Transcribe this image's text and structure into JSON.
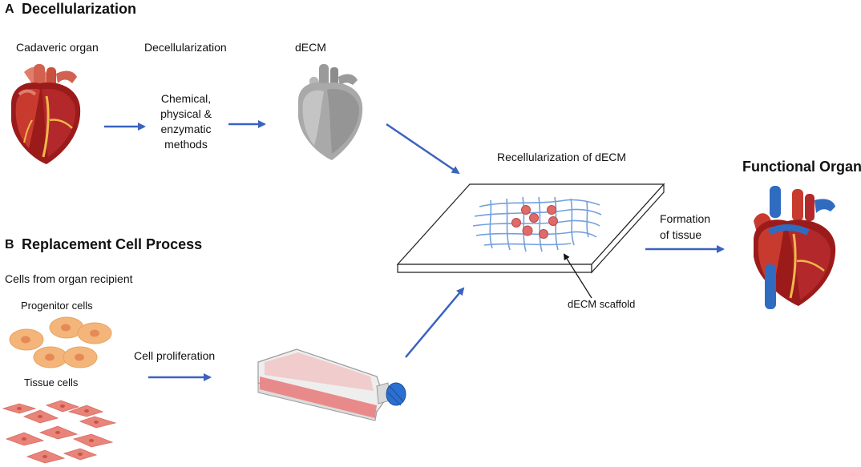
{
  "section_a": {
    "letter": "A",
    "title": "Decellularization",
    "labels": {
      "cadaveric_organ": "Cadaveric organ",
      "decellularization": "Decellularization",
      "methods": [
        "Chemical,",
        "physical &",
        "enzymatic",
        "methods"
      ],
      "decm": "dECM"
    }
  },
  "center": {
    "recellularization": "Recellularization of dECM",
    "scaffold": "dECM scaffold"
  },
  "result": {
    "title": "Functional Organ",
    "formation": [
      "Formation",
      "of tissue"
    ]
  },
  "section_b": {
    "letter": "B",
    "title": "Replacement Cell Process",
    "subtitle": "Cells from organ recipient",
    "progenitor": "Progenitor cells",
    "tissue": "Tissue cells",
    "proliferation": "Cell proliferation"
  },
  "colors": {
    "arrow": "#3a63c0",
    "heart_dark": "#9b1b1b",
    "heart_mid": "#c83a2e",
    "heart_light": "#e07d6b",
    "heart_gray": "#a9a9a9",
    "vessel_blue": "#2f6cc0",
    "cell_orange": "#f3b57a",
    "cell_nucleus": "#e58a55",
    "tissue_cell": "#e9847a",
    "flask_liquid": "#e98a8a",
    "flask_cap": "#2b6fd0",
    "mesh_blue": "#5b8fd8",
    "dot_red": "#e06a6a"
  }
}
